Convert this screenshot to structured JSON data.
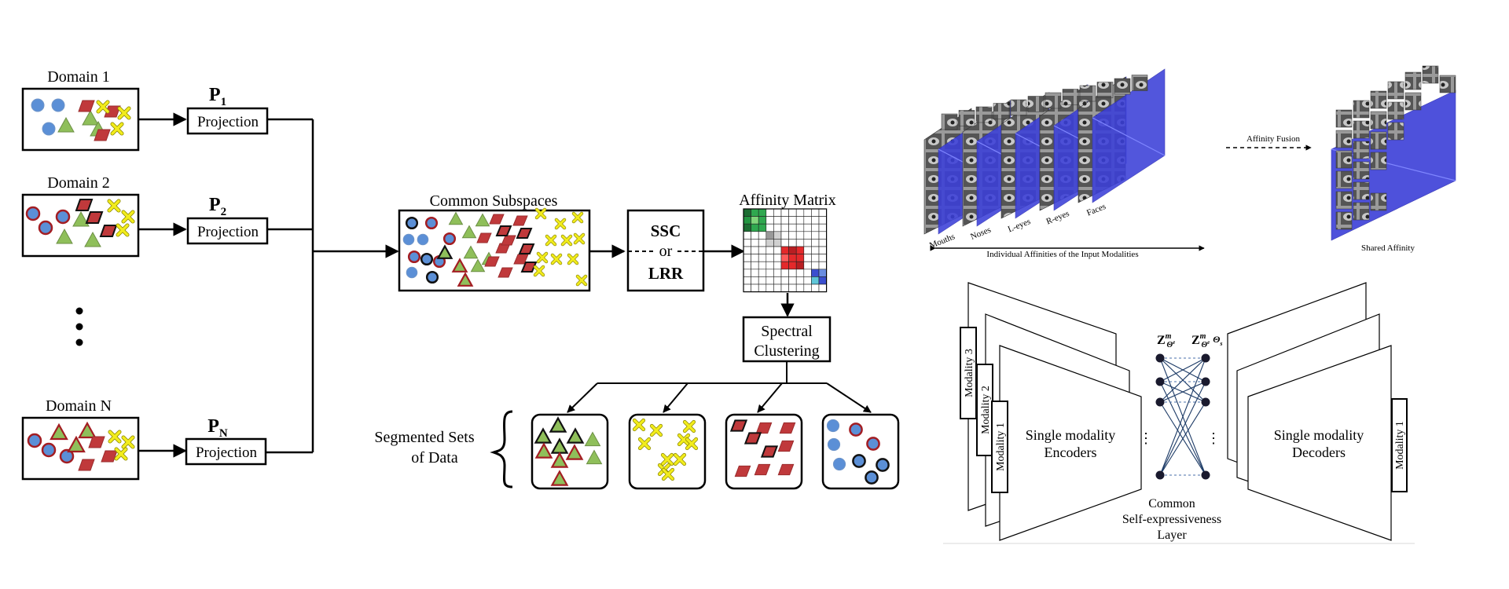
{
  "left_diagram": {
    "domains": [
      {
        "title": "Domain 1",
        "projection": "Projection",
        "p_main": "P",
        "p_sub": "1"
      },
      {
        "title": "Domain 2",
        "projection": "Projection",
        "p_main": "P",
        "p_sub": "2"
      },
      {
        "title": "Domain N",
        "projection": "Projection",
        "p_main": "P",
        "p_sub": "N"
      }
    ],
    "common_subspaces": "Common Subspaces",
    "method_top": "SSC",
    "method_or": "or",
    "method_bottom": "LRR",
    "affinity_matrix": "Affinity Matrix",
    "spectral_line1": "Spectral",
    "spectral_line2": "Clustering",
    "segmented_line1": "Segmented Sets",
    "segmented_line2": "of Data",
    "colors": {
      "circle": "#5b8fd6",
      "triangle": "#8fbf5a",
      "parallelogram": "#c0393b",
      "cross": "#f2ec1c",
      "outline": "#a31d22"
    }
  },
  "top_right": {
    "modalities": [
      "Mouths",
      "Noses",
      "L-eyes",
      "R-eyes",
      "Faces"
    ],
    "individual_caption": "Individual Affinities of the Input Modalities",
    "fusion_label": "Affinity Fusion",
    "shared_caption": "Shared Affinity",
    "colors": {
      "affinity_plane": "#3b3fd8"
    }
  },
  "bottom_right": {
    "modality_tabs_left": [
      "Modality 3",
      "Modality 2",
      "Modality 1"
    ],
    "modality_tab_right": "Modality 1",
    "encoder_line1": "Single modality",
    "encoder_line2": "Encoders",
    "decoder_line1": "Single modality",
    "decoder_line2": "Decoders",
    "common_line1": "Common",
    "common_line2": "Self-expressiveness",
    "common_line3": "Layer",
    "z_main": "Z",
    "z_sup": "m",
    "z1_sub": "Θ",
    "z1_subsub": "e",
    "z2_sub": "Θ",
    "z2_subsub": "e",
    "theta_s": "Θ",
    "theta_s_sub": "s",
    "vdots": "⋮"
  }
}
